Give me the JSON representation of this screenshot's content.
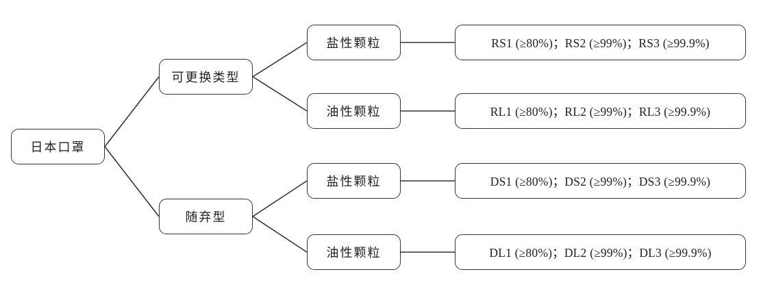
{
  "root": {
    "label": "日本口罩"
  },
  "branches": [
    {
      "label": "可更换类型",
      "children": [
        {
          "label": "盐性颗粒",
          "spec": "RS1 (≥80%)；RS2 (≥99%)；RS3 (≥99.9%)"
        },
        {
          "label": "油性颗粒",
          "spec": "RL1 (≥80%)；RL2 (≥99%)；RL3 (≥99.9%)"
        }
      ]
    },
    {
      "label": "随弃型",
      "children": [
        {
          "label": "盐性颗粒",
          "spec": "DS1 (≥80%)；DS2 (≥99%)；DS3 (≥99.9%)"
        },
        {
          "label": "油性颗粒",
          "spec": "DL1 (≥80%)；DL2 (≥99%)；DL3 (≥99.9%)"
        }
      ]
    }
  ]
}
